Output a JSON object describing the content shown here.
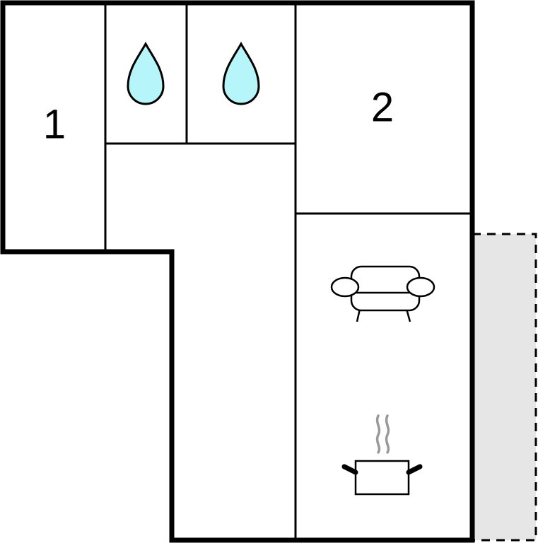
{
  "floorplan": {
    "rooms": [
      {
        "id": "bedroom-1",
        "label": "1"
      },
      {
        "id": "bedroom-2",
        "label": "2"
      }
    ],
    "bathrooms": [
      {
        "id": "bathroom-1",
        "icon": "water-drop-icon"
      },
      {
        "id": "bathroom-2",
        "icon": "water-drop-icon"
      }
    ],
    "living_area": {
      "icon": "sofa-icon"
    },
    "kitchen_area": {
      "icon": "cooking-pot-icon"
    },
    "terrace": {
      "style": "dashed-outline"
    }
  },
  "colors": {
    "wall": "#000000",
    "water_drop_fill": "#b6f6fb",
    "terrace_fill": "#e6e6e6",
    "steam": "#999999"
  }
}
